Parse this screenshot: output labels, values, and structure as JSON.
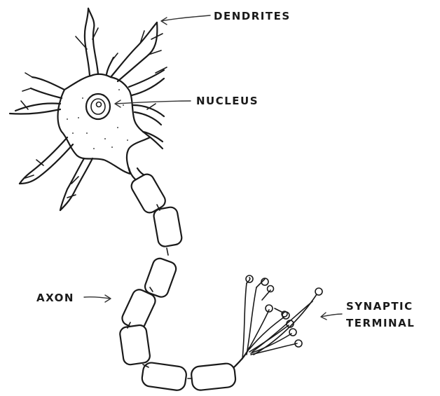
{
  "labels": {
    "dendrites": "DENDRITES",
    "nucleus": "NUCLEUS",
    "axon": "AXON",
    "synaptic_line1": "SYNAPTIC",
    "synaptic_line2": "TERMINAL"
  },
  "colors": {
    "ink": "#1a1a1a",
    "background": "#ffffff"
  }
}
